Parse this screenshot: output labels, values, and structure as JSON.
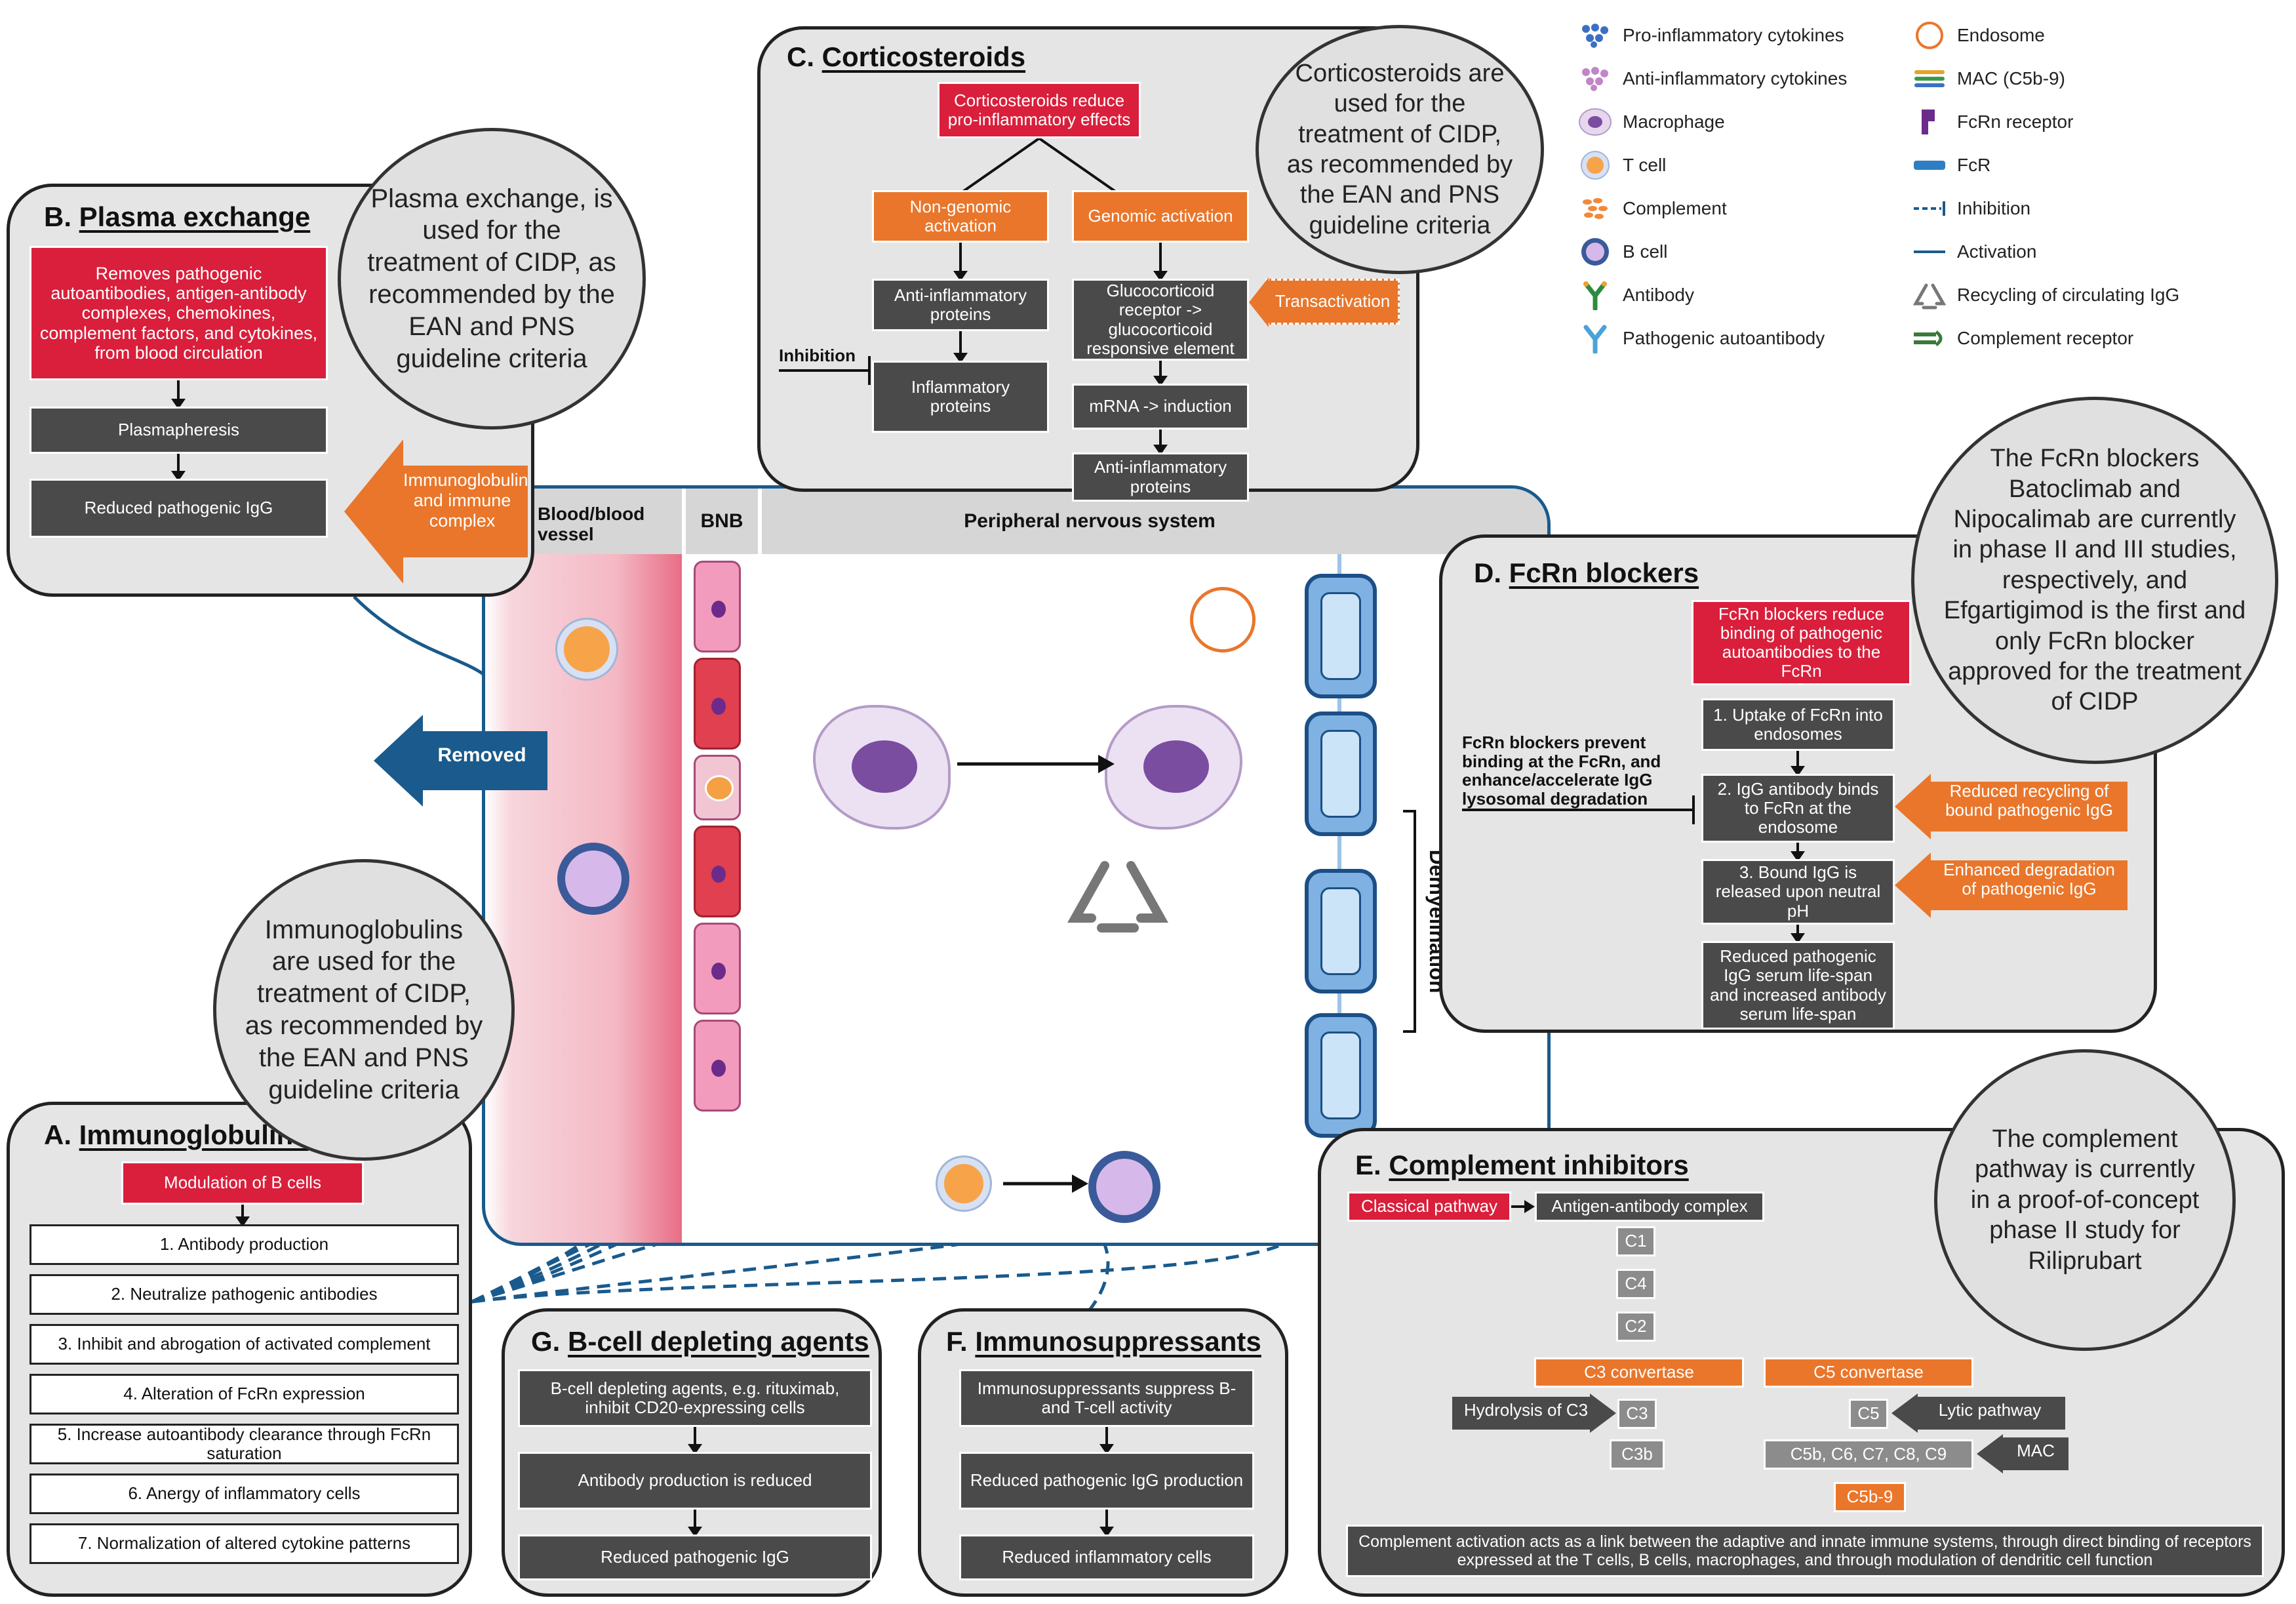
{
  "legend": {
    "items": [
      {
        "label": "Pro-inflammatory cytokines",
        "icon": "pro-inflammatory-cytokines-icon"
      },
      {
        "label": "Anti-inflammatory cytokines",
        "icon": "anti-inflammatory-cytokines-icon"
      },
      {
        "label": "Macrophage",
        "icon": "macrophage-icon"
      },
      {
        "label": "T cell",
        "icon": "t-cell-icon"
      },
      {
        "label": "Complement",
        "icon": "complement-icon"
      },
      {
        "label": "B cell",
        "icon": "b-cell-icon"
      },
      {
        "label": "Antibody",
        "icon": "antibody-icon"
      },
      {
        "label": "Pathogenic autoantibody",
        "icon": "pathogenic-autoantibody-icon"
      },
      {
        "label": "Endosome",
        "icon": "endosome-icon"
      },
      {
        "label": "MAC (C5b-9)",
        "icon": "mac-icon"
      },
      {
        "label": "FcRn receptor",
        "icon": "fcrn-receptor-icon"
      },
      {
        "label": "FcR",
        "icon": "fcr-icon"
      },
      {
        "label": "Inhibition",
        "icon": "inhibition-line-icon"
      },
      {
        "label": "Activation",
        "icon": "activation-line-icon"
      },
      {
        "label": "Recycling of circulating IgG",
        "icon": "recycling-icon"
      },
      {
        "label": "Complement receptor",
        "icon": "complement-receptor-icon"
      }
    ]
  },
  "colors": {
    "red": "#d91f3b",
    "orange": "#e9762b",
    "dark": "#4a4a4a",
    "blue": "#1a5a8c",
    "panel": "#e5e5e5"
  },
  "main": {
    "blood_label": "Blood/blood vessel",
    "bnb_label": "BNB",
    "pns_label": "Peripheral nervous system",
    "removed": "Removed",
    "demyelination": "Demyelination"
  },
  "panel_b": {
    "letter": "B.",
    "title": "Plasma exchange",
    "red": "Removes pathogenic autoantibodies, antigen-antibody complexes, chemokines, complement factors, and cytokines, from blood circulation",
    "step1": "Plasmapheresis",
    "step2": "Reduced pathogenic IgG",
    "orange": "Immunoglobulin and immune complex",
    "bubble": "Plasma exchange, is used for the treatment of CIDP, as recommended by the EAN and PNS guideline criteria"
  },
  "panel_c": {
    "letter": "C.",
    "title": "Corticosteroids",
    "red": "Corticosteroids reduce pro-inflammatory effects",
    "nongenomic": "Non-genomic activation",
    "genomic": "Genomic activation",
    "anti_proteins": "Anti-inflammatory proteins",
    "inflam_proteins": "Inflammatory proteins",
    "inhibition": "Inhibition",
    "gluco": "Glucocorticoid receptor -> glucocorticoid responsive element",
    "transactivation": "Transactivation",
    "mrna": "mRNA -> induction",
    "anti_proteins2": "Anti-inflammatory proteins",
    "bubble": "Corticosteroids are used for the treatment of CIDP, as recommended by the EAN and PNS guideline criteria"
  },
  "panel_d": {
    "letter": "D.",
    "title": "FcRn blockers",
    "red": "FcRn blockers reduce binding of pathogenic autoantibodies to the FcRn",
    "side_note": "FcRn blockers prevent binding at the FcRn, and enhance/accelerate IgG lysosomal degradation",
    "step1": "1. Uptake of FcRn into endosomes",
    "step2": "2. IgG antibody binds to FcRn at the endosome",
    "step3": "3. Bound IgG is released upon neutral pH",
    "step4": "Reduced pathogenic IgG serum life-span and increased antibody serum life-span",
    "orange1": "Reduced recycling of bound pathogenic IgG",
    "orange2": "Enhanced degradation of pathogenic IgG",
    "bubble": "The FcRn blockers Batoclimab and Nipocalimab are currently in phase II and III studies, respectively, and Efgartigimod is the first and only FcRn blocker approved for the treatment of CIDP"
  },
  "panel_a": {
    "letter": "A.",
    "title": "Immunoglobulins",
    "red": "Modulation of B cells",
    "items": [
      "1. Antibody production",
      "2. Neutralize pathogenic antibodies",
      "3. Inhibit and abrogation of activated complement",
      "4. Alteration of FcRn expression",
      "5. Increase autoantibody clearance through FcRn saturation",
      "6. Anergy of inflammatory cells",
      "7. Normalization of altered cytokine patterns"
    ],
    "bubble": "Immunoglobulins are used for the treatment of CIDP, as recommended by the EAN and PNS guideline criteria"
  },
  "panel_g": {
    "letter": "G.",
    "title": "B-cell depleting agents",
    "step1": "B-cell depleting agents, e.g. rituximab, inhibit CD20-expressing cells",
    "step2": "Antibody production is reduced",
    "step3": "Reduced pathogenic IgG"
  },
  "panel_f": {
    "letter": "F.",
    "title": "Immunosuppressants",
    "step1": "Immunosuppressants suppress B- and T-cell activity",
    "step2": "Reduced pathogenic IgG production",
    "step3": "Reduced inflammatory cells"
  },
  "panel_e": {
    "letter": "E.",
    "title": "Complement inhibitors",
    "classical": "Classical pathway",
    "antigen": "Antigen-antibody complex",
    "c1": "C1",
    "c4": "C4",
    "c2": "C2",
    "c3conv": "C3 convertase",
    "c5conv": "C5 convertase",
    "hydrolysis": "Hydrolysis of C3",
    "c3": "C3",
    "c3b": "C3b",
    "c5": "C5",
    "lytic": "Lytic pathway",
    "c5b_group": "C5b, C6, C7, C8, C9",
    "mac": "MAC",
    "c5b9": "C5b-9",
    "footer": "Complement activation acts as a link between the adaptive and innate immune systems, through direct binding of receptors expressed at the T cells, B cells, macrophages, and through modulation of dendritic cell function",
    "bubble": "The complement pathway is currently in a proof-of-concept phase II study for Riliprubart"
  }
}
